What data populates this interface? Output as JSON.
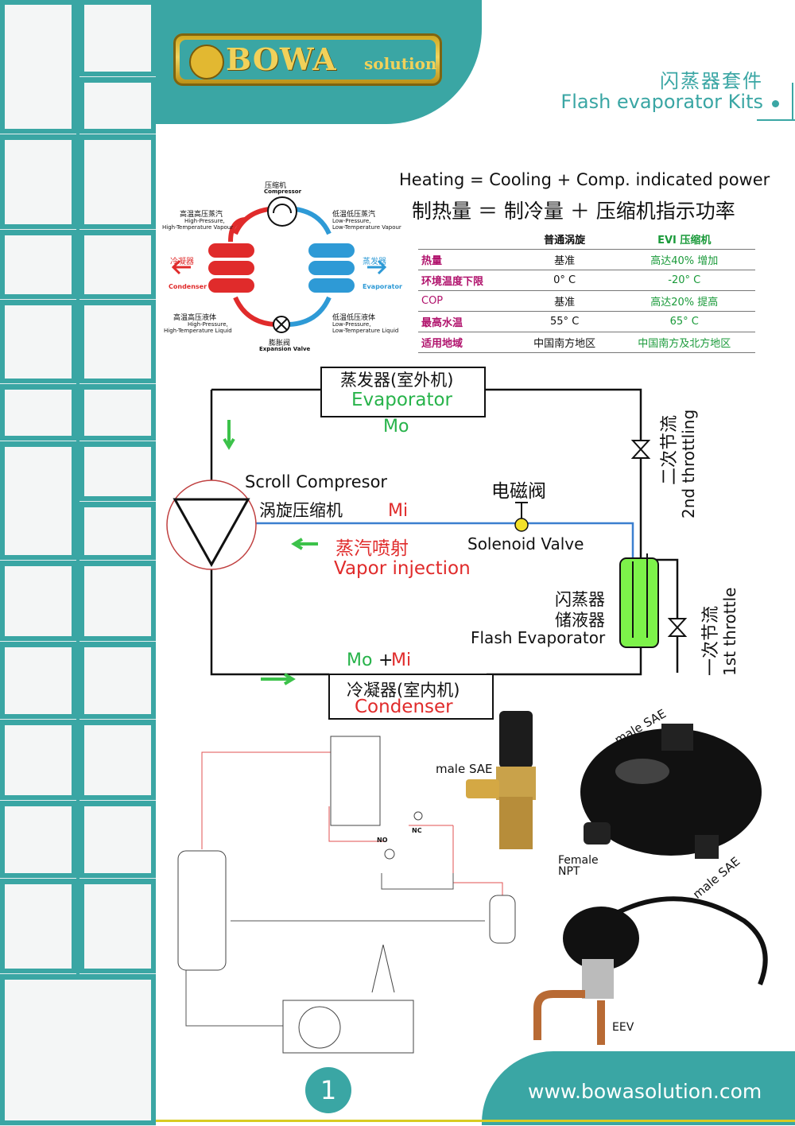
{
  "brand": {
    "logo_text": "BOWA",
    "logo_sub": "solution"
  },
  "title": {
    "cn": "闪蒸器套件",
    "en": "Flash evaporator Kits"
  },
  "equation": {
    "en": "Heating = Cooling + Comp. indicated power",
    "cn": "制热量 ＝ 制冷量 ＋ 压缩机指示功率"
  },
  "cycle": {
    "compressor_cn": "压缩机",
    "compressor_en": "Compressor",
    "hp_vapour_cn": "高温高压蒸汽",
    "hp_vapour_en": "High-Temperature Vapour",
    "lp_vapour_cn": "低温低压蒸汽",
    "lp_vapour_en": "Low-Temperature Vapour",
    "condenser_cn": "冷凝器",
    "condenser_en": "Condenser",
    "evaporator_cn": "蒸发器",
    "evaporator_en": "Evaporator",
    "hp_liquid_cn": "高温高压液体",
    "hp_liquid_en1": "High-Pressure,",
    "hp_liquid_en2": "High-Temperature Liquid",
    "lp_liquid_cn": "低温低压液体",
    "lp_liquid_en1": "Low-Pressure,",
    "lp_liquid_en2": "Low-Temperature Liquid",
    "hp_vapour_en0": "High-Pressure,",
    "lp_vapour_en0": "Low-Pressure,",
    "valve_cn": "膨胀阀",
    "valve_en": "Expansion Valve"
  },
  "table": {
    "headers": [
      "",
      "普通涡旋",
      "EVI 压缩机"
    ],
    "rows": [
      [
        "热量",
        "基准",
        "高达40% 增加"
      ],
      [
        "环境温度下限",
        "0° C",
        "-20° C"
      ],
      [
        "COP",
        "基准",
        "高达20% 提高"
      ],
      [
        "最高水温",
        "55° C",
        "65° C"
      ],
      [
        "适用地域",
        "中国南方地区",
        "中国南方及北方地区"
      ]
    ]
  },
  "schematic": {
    "evaporator_cn": "蒸发器(室外机)",
    "evaporator_en": "Evaporator",
    "mo": "Mo",
    "compressor_en": "Scroll Compresor",
    "compressor_cn": "涡旋压缩机",
    "mi": "Mi",
    "solenoid_cn": "电磁阀",
    "solenoid_en": "Solenoid Valve",
    "vapor_cn": "蒸汽喷射",
    "vapor_en": "Vapor injection",
    "flash_cn1": "闪蒸器",
    "flash_cn2": "储液器",
    "flash_en": "Flash Evaporator",
    "second_cn": "二次节流",
    "second_en": "2nd throttling",
    "first_cn": "一次节流",
    "first_en": "1st throttle",
    "mo2": "Mo",
    "plus": "+",
    "mi2": "Mi",
    "condenser_cn": "冷凝器(室内机)",
    "condenser_en": "Condenser"
  },
  "parts": {
    "male_sae_1": "male SAE",
    "male_sae_2": "male SAE",
    "male_sae_3": "male SAE",
    "female_npt1": "Female",
    "female_npt2": "NPT",
    "eev": "EEV",
    "nc": "NC",
    "no": "NO"
  },
  "footer": {
    "page": "1",
    "website": "www.bowasolution.com"
  },
  "colors": {
    "teal": "#3aa6a4",
    "red": "#e02b2b",
    "green": "#27b34a",
    "gold": "#d8cc23",
    "blue": "#2e9ad6"
  }
}
